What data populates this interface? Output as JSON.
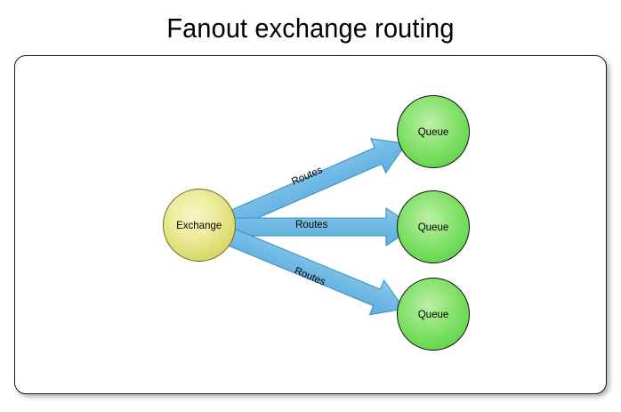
{
  "title": "Fanout exchange routing",
  "nodes": {
    "exchange": {
      "label": "Exchange",
      "fill": "#dede78",
      "stroke": "#6f6f23"
    },
    "queues": [
      {
        "label": "Queue",
        "fill": "#76dd5e",
        "stroke": "#111111"
      },
      {
        "label": "Queue",
        "fill": "#76dd5e",
        "stroke": "#111111"
      },
      {
        "label": "Queue",
        "fill": "#76dd5e",
        "stroke": "#111111"
      }
    ]
  },
  "edges": [
    {
      "label": "Routes",
      "from": "exchange",
      "to": "queue-top",
      "color": "#6ab8e4"
    },
    {
      "label": "Routes",
      "from": "exchange",
      "to": "queue-middle",
      "color": "#6ab8e4"
    },
    {
      "label": "Routes",
      "from": "exchange",
      "to": "queue-bottom",
      "color": "#6ab8e4"
    }
  ],
  "panel": {
    "background": "#ffffff",
    "border_color": "#1a1a1a"
  },
  "colors": {
    "arrow_fill": "#6ab8e4",
    "arrow_stroke": "#3f8fc4",
    "exchange_fill": "#dede78",
    "queue_fill": "#76dd5e",
    "text": "#000000"
  }
}
